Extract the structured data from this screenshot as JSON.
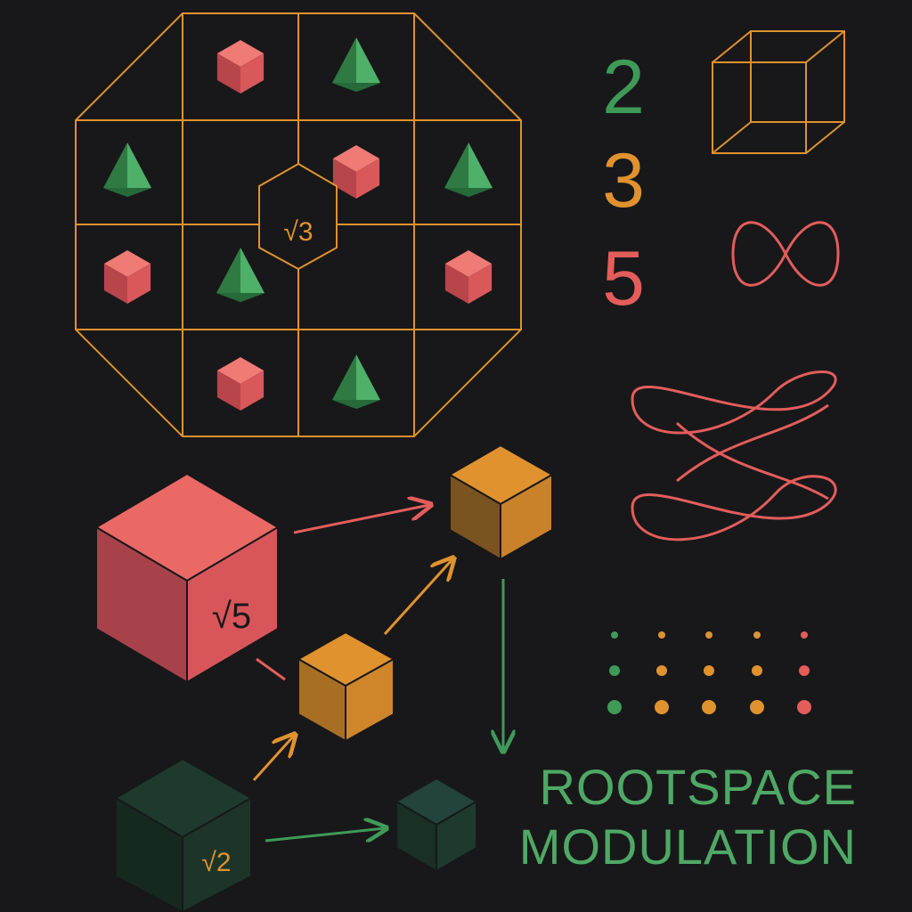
{
  "colors": {
    "background": "#18181a",
    "orange": "#e0922f",
    "red": "#e35d5b",
    "green": "#3f9a58",
    "dark_green": "#1f3a2e",
    "title_green": "#4fa865"
  },
  "labels": {
    "root3": "√3",
    "root5": "√5",
    "root2": "√2"
  },
  "numbers": [
    "2",
    "3",
    "5"
  ],
  "title": {
    "line1": "ROOTSPACE",
    "line2": "MODULATION"
  }
}
